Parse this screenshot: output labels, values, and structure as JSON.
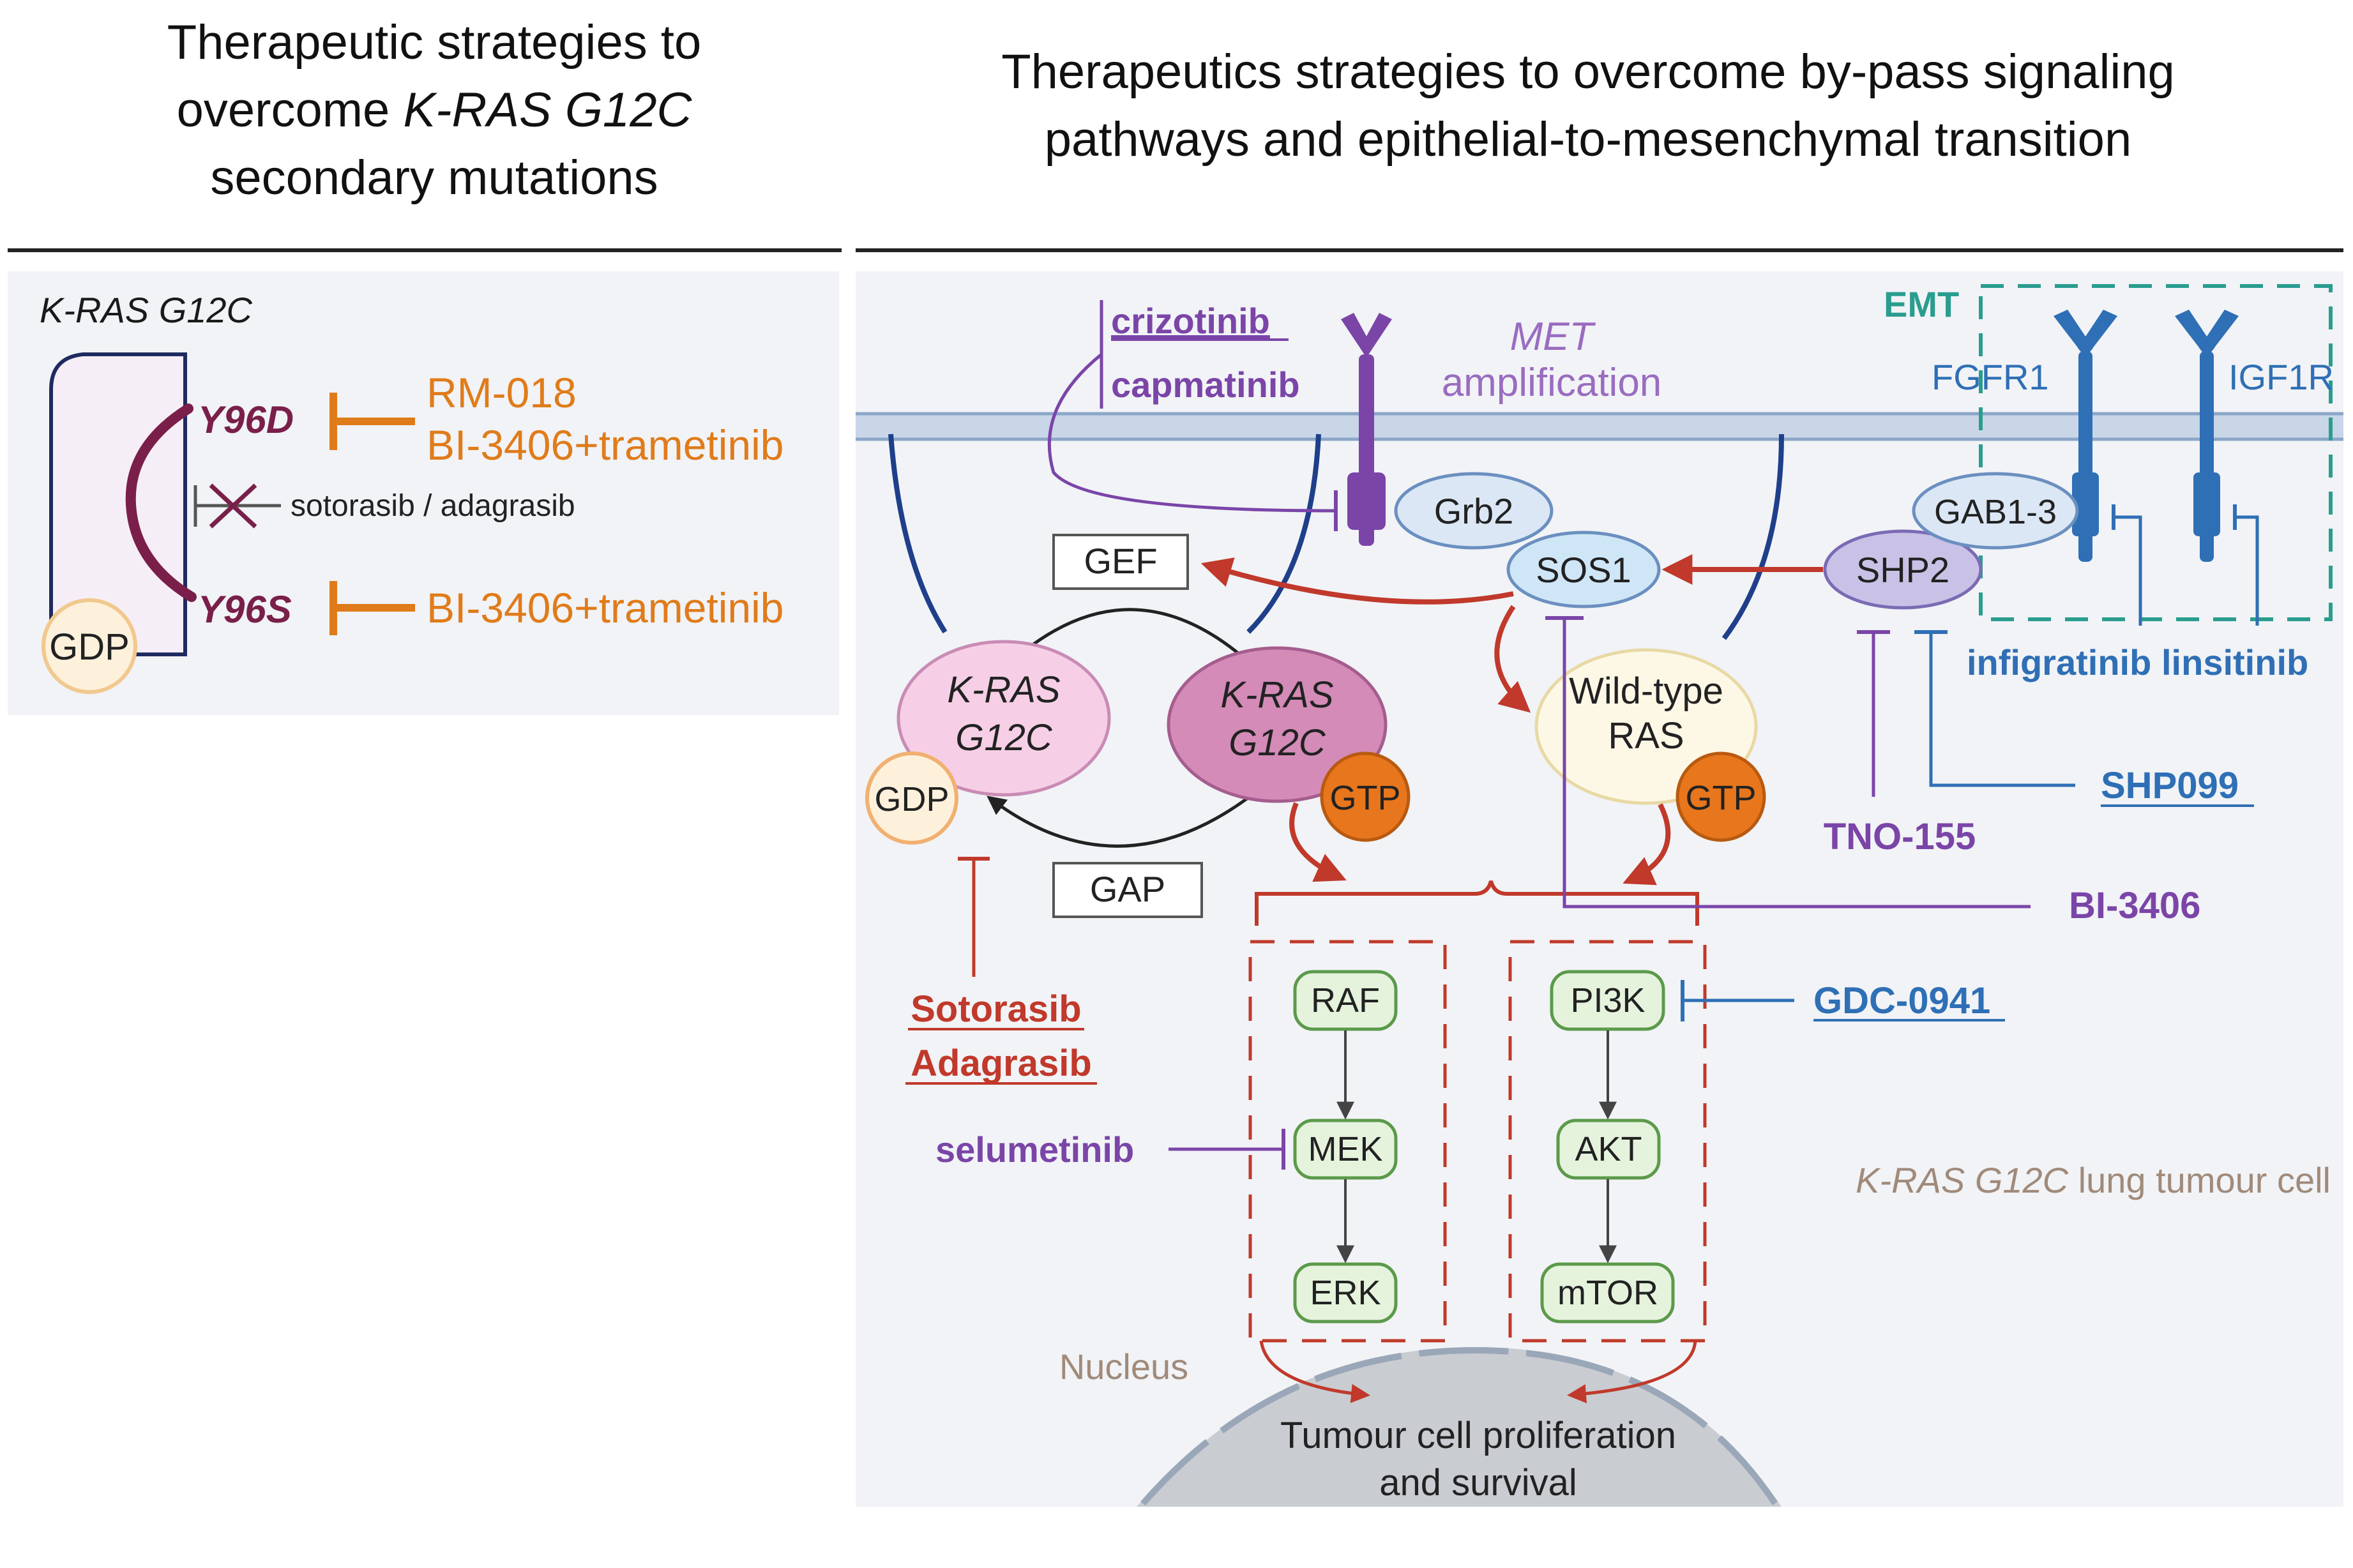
{
  "left_header": {
    "line1": "Therapeutic strategies to",
    "line2_prefix": "overcome ",
    "line2_italic": "K-RAS G12C",
    "line3": "secondary mutations"
  },
  "right_header": {
    "line1": "Therapeutics strategies to overcome by-pass signaling",
    "line2": "pathways and epithelial-to-mesenchymal transition"
  },
  "left_panel": {
    "title": "K-RAS G12C",
    "gdp": "GDP",
    "y96d": "Y96D",
    "y96s": "Y96S",
    "rm018": "RM-018",
    "bi_trametinib_1": "BI-3406+trametinib",
    "bi_trametinib_2": "BI-3406+trametinib",
    "sotorasib_adagrasib": "sotorasib / adagrasib"
  },
  "right_panel": {
    "emt": "EMT",
    "met_line1": "MET",
    "met_line2": "amplification",
    "crizotinib": "crizotinib",
    "capmatinib": "capmatinib",
    "fgfr1": "FGFR1",
    "igf1r": "IGF1R",
    "grb2": "Grb2",
    "sos1": "SOS1",
    "shp2": "SHP2",
    "gab": "GAB1-3",
    "gef": "GEF",
    "gap": "GAP",
    "kras_line1": "K-RAS",
    "kras_line2": "G12C",
    "gdp": "GDP",
    "gtp": "GTP",
    "wt_line1": "Wild-type",
    "wt_line2": "RAS",
    "infigratinib": "infigratinib",
    "linsitinib": "linsitinib",
    "shp099": "SHP099",
    "tno155": "TNO-155",
    "bi3406": "BI-3406",
    "gdc0941": "GDC-0941",
    "sotorasib": "Sotorasib",
    "adagrasib": "Adagrasib",
    "selumetinib": "selumetinib",
    "raf": "RAF",
    "mek": "MEK",
    "erk": "ERK",
    "pi3k": "PI3K",
    "akt": "AKT",
    "mtor": "mTOR",
    "cell_label_italic": "K-RAS G12C",
    "cell_label_rest": " lung tumour cell",
    "nucleus": "Nucleus",
    "outcome_line1": "Tumour cell proliferation",
    "outcome_line2": "and survival"
  },
  "colors": {
    "purple": "#7b45a8",
    "orange": "#e07b1a",
    "red": "#c0392b",
    "blue": "#2f6fb5",
    "teal": "#2a9d8f",
    "maroon": "#7a1f4a",
    "membrane": "#aebfd6",
    "grey_text": "#a08a7a"
  }
}
